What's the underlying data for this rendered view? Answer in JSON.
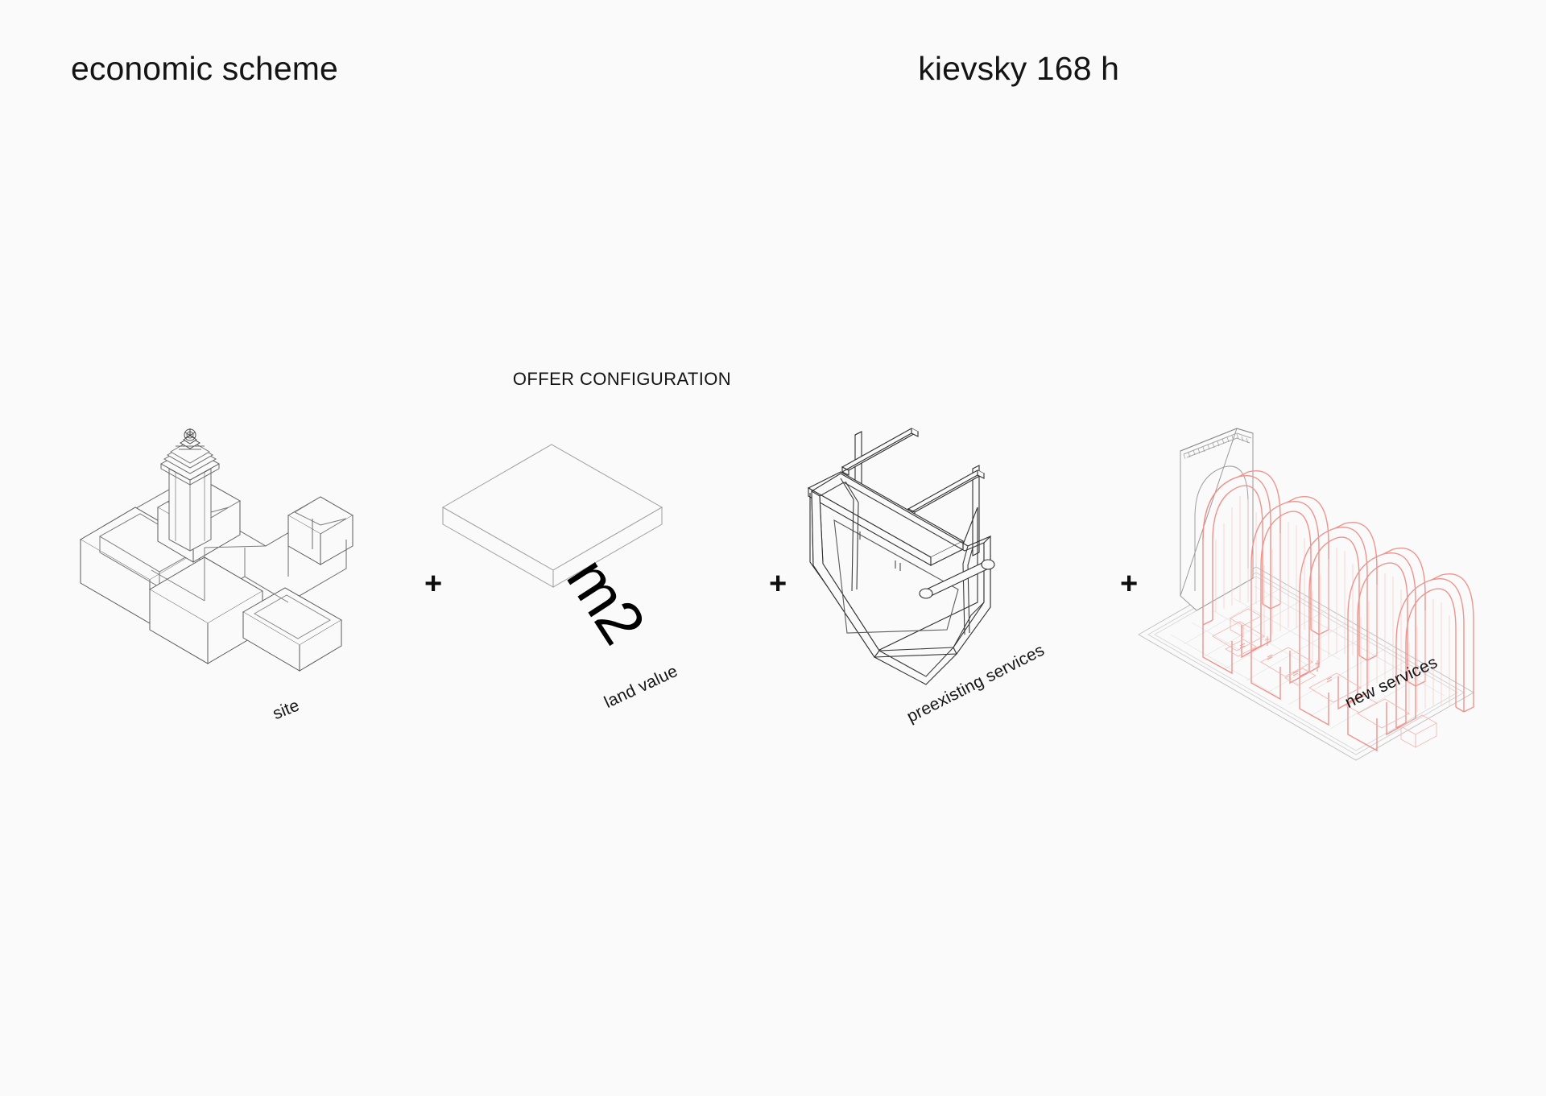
{
  "page": {
    "background_color": "#fafafa",
    "text_color": "#141414"
  },
  "header": {
    "title_left": "economic scheme",
    "title_right": "kievsky 168 h"
  },
  "section": {
    "heading": "OFFER CONFIGURATION"
  },
  "operators": {
    "plus_1": "+",
    "plus_2": "+",
    "plus_3": "+"
  },
  "figures": [
    {
      "id": "site",
      "caption": "site",
      "description": "axonometric wireframe of courtyard building complex with slender tower",
      "line_color": "#3a3a3a",
      "overlay_text": ""
    },
    {
      "id": "land-value",
      "caption": "land value",
      "description": "isometric flat slab plate",
      "line_color": "#8e8e8e",
      "overlay_text": "m2"
    },
    {
      "id": "preexisting-services",
      "caption": "preexisting services",
      "description": "wireframe trapezoidal frame structure with crossing bars",
      "line_color": "#2e2e2e",
      "overlay_text": ""
    },
    {
      "id": "new-services",
      "caption": "new services",
      "description": "row of red arched vaults on gridded base plate with gray end wall",
      "line_color": "#ef938c",
      "accent_color": "#e8857f",
      "base_color": "#d6d6d6",
      "overlay_text": ""
    }
  ]
}
